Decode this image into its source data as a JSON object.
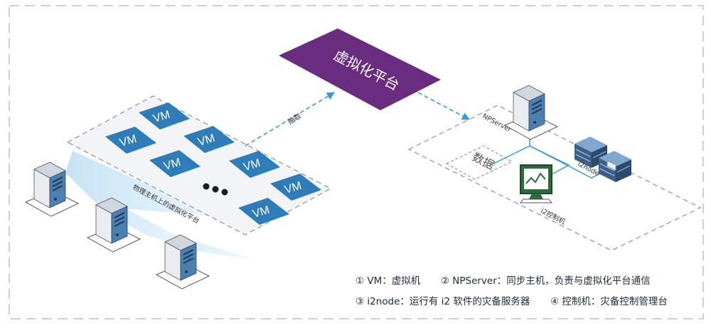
{
  "platform": {
    "label": "虚拟化平台",
    "color": "#6a2c7e"
  },
  "vm_label": "VM",
  "host_zone_label": "物理主机上的虚拟化平台",
  "extract_label": "抽取",
  "npserver_label": "NPServer",
  "data_label": "数据",
  "i2node_label": "i2node",
  "console_label": "i2控制机",
  "legend": {
    "line1": {
      "vm": "① VM：虚拟机",
      "npserver": "② NPServer：同步主机，负责与虚拟化平台通信"
    },
    "line2": {
      "i2node": "③ i2node：运行有 i2 软件的灾备服务器",
      "console": "④ 控制机：灾备控制管理台"
    }
  },
  "colors": {
    "vm_tile": "#2e7cb8",
    "arrow": "#3a9ad9",
    "server": "#4a7fb0",
    "dash": "#bdbdbd"
  }
}
